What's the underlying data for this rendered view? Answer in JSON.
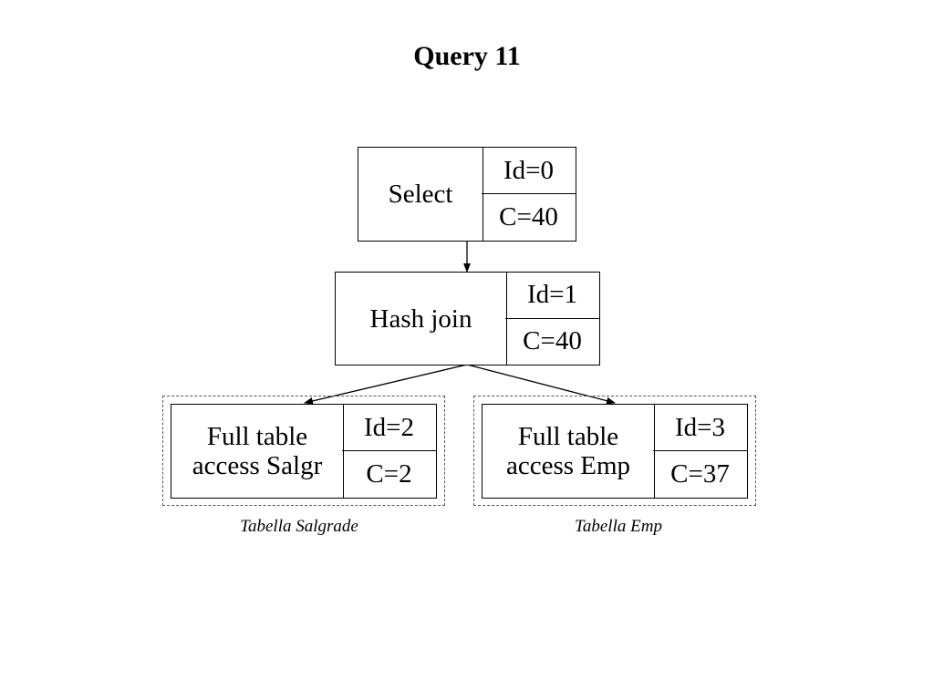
{
  "title": "Query 11",
  "nodes": {
    "select": {
      "operation": "Select",
      "id": "Id=0",
      "cost": "C=40"
    },
    "hash_join": {
      "operation": "Hash join",
      "id": "Id=1",
      "cost": "C=40"
    },
    "salgrade": {
      "operation_line1": "Full table",
      "operation_line2": "access Salgr",
      "id": "Id=2",
      "cost": "C=2"
    },
    "emp": {
      "operation_line1": "Full table",
      "operation_line2": "access Emp",
      "id": "Id=3",
      "cost": "C=37"
    }
  },
  "captions": {
    "salgrade": "Tabella Salgrade",
    "emp": "Tabella Emp"
  }
}
